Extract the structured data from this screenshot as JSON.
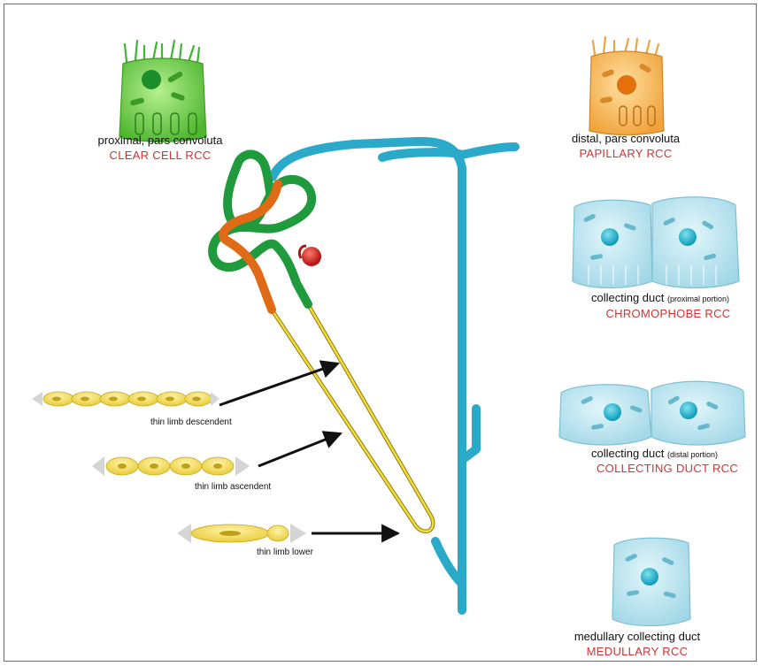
{
  "colors": {
    "red_label": "#d03434",
    "green_tubule": "#1f9a3c",
    "orange_tubule": "#e06a16",
    "blue_duct": "#2aa9c9",
    "yellow_limb": "#f2dd3a",
    "glomerulus": "#d41f1f",
    "arrow": "#111111"
  },
  "segments": {
    "proximal": {
      "name": "proximal, pars convoluta",
      "tumor": "CLEAR CELL RCC",
      "icon": "green-epithelial-cell"
    },
    "distal": {
      "name": "distal, pars convoluta",
      "tumor": "PAPILLARY RCC",
      "icon": "orange-epithelial-cell"
    },
    "collecting_proximal": {
      "name": "collecting duct",
      "qualifier": "(proximal portion)",
      "tumor": "CHROMOPHOBE RCC",
      "icon": "blue-epithelial-cell-pair"
    },
    "collecting_distal": {
      "name": "collecting duct",
      "qualifier": "(distal portion)",
      "tumor": "COLLECTING DUCT RCC",
      "icon": "blue-epithelial-cell-pair"
    },
    "medullary": {
      "name": "medullary collecting duct",
      "tumor": "MEDULLARY RCC",
      "icon": "blue-epithelial-cell"
    }
  },
  "limbs": {
    "descendent": "thin limb descendent",
    "ascendent": "thin limb ascendent",
    "lower": "thin limb lower"
  }
}
